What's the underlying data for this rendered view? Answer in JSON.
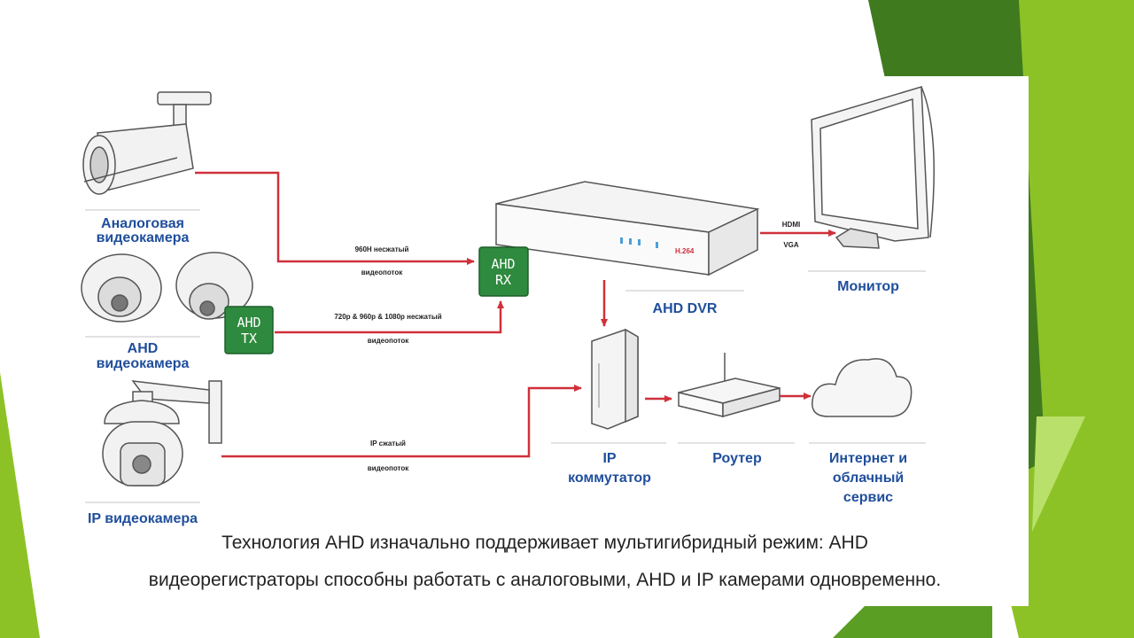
{
  "labels": {
    "analog_camera": [
      "Аналоговая",
      "видеокамера"
    ],
    "ahd_camera": [
      "AHD",
      "видеокамера"
    ],
    "ip_camera": "IP видеокамера",
    "ahd_dvr": "AHD DVR",
    "monitor": "Монитор",
    "ip_switch": [
      "IP",
      "коммутатор"
    ],
    "router": "Роутер",
    "internet": [
      "Интернет и",
      "облачный",
      "сервис"
    ]
  },
  "chips": {
    "rx": [
      "AHD",
      "RX"
    ],
    "tx": [
      "AHD",
      "TX"
    ]
  },
  "dvr_brand": "H.264",
  "links": {
    "analog_top": "960H несжатый",
    "analog_bottom": "видеопоток",
    "ahd_top": "720p & 960p & 1080p несжатый",
    "ahd_bottom": "видеопоток",
    "ip_top": "IP  сжатый",
    "ip_bottom": "видеопоток",
    "monitor_top": "HDMI",
    "monitor_bottom": "VGA"
  },
  "caption": {
    "line1": "Технология AHD изначально поддерживает мультигибридный режим: AHD",
    "line2": "видеорегистраторы способны работать с аналоговыми, AHD и IP камерами одновременно."
  },
  "colors": {
    "line_red": "#d0303a",
    "label_blue": "#1f4e9c",
    "chip_green": "#2e8a3e",
    "slide_green_dark": "#3f7a1f",
    "slide_green_light": "#8dc226"
  }
}
